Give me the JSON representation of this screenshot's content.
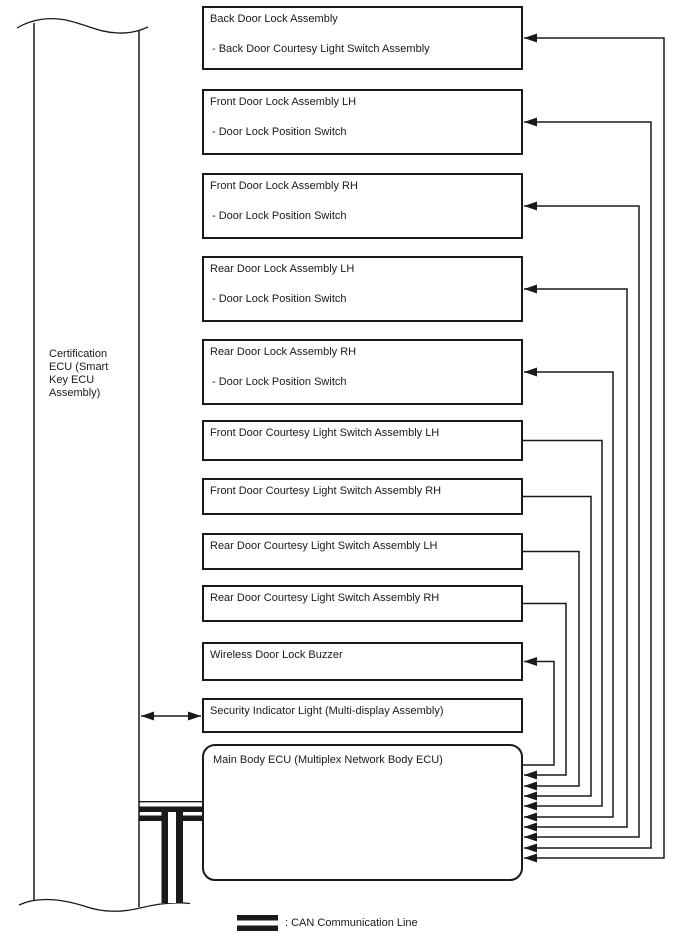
{
  "diagram": {
    "certification_ecu": {
      "label": "Certification ECU (Smart Key ECU Assembly)",
      "lines": [
        "Certification",
        "ECU (Smart",
        "Key ECU",
        "Assembly)"
      ]
    },
    "boxes": [
      {
        "title": "Back Door Lock Assembly",
        "subtitle": "- Back Door Courtesy Light Switch Assembly"
      },
      {
        "title": "Front Door Lock Assembly LH",
        "subtitle": "- Door Lock Position Switch"
      },
      {
        "title": "Front Door Lock Assembly RH",
        "subtitle": "- Door Lock Position Switch"
      },
      {
        "title": "Rear Door Lock Assembly LH",
        "subtitle": "- Door Lock Position Switch"
      },
      {
        "title": "Rear Door Lock Assembly RH",
        "subtitle": "- Door Lock Position Switch"
      },
      {
        "title": "Front Door Courtesy Light Switch Assembly LH"
      },
      {
        "title": "Front Door Courtesy Light Switch Assembly RH"
      },
      {
        "title": "Rear Door Courtesy Light Switch Assembly LH"
      },
      {
        "title": "Rear Door Courtesy Light Switch Assembly RH"
      },
      {
        "title": "Wireless Door Lock Buzzer"
      },
      {
        "title": "Security Indicator Light (Multi-display Assembly)"
      },
      {
        "title": "Main Body ECU (Multiplex Network Body ECU)"
      }
    ],
    "legend": {
      "label": ": CAN Communication Line"
    },
    "colors": {
      "line": "#1a1a1a",
      "background": "#ffffff"
    }
  }
}
